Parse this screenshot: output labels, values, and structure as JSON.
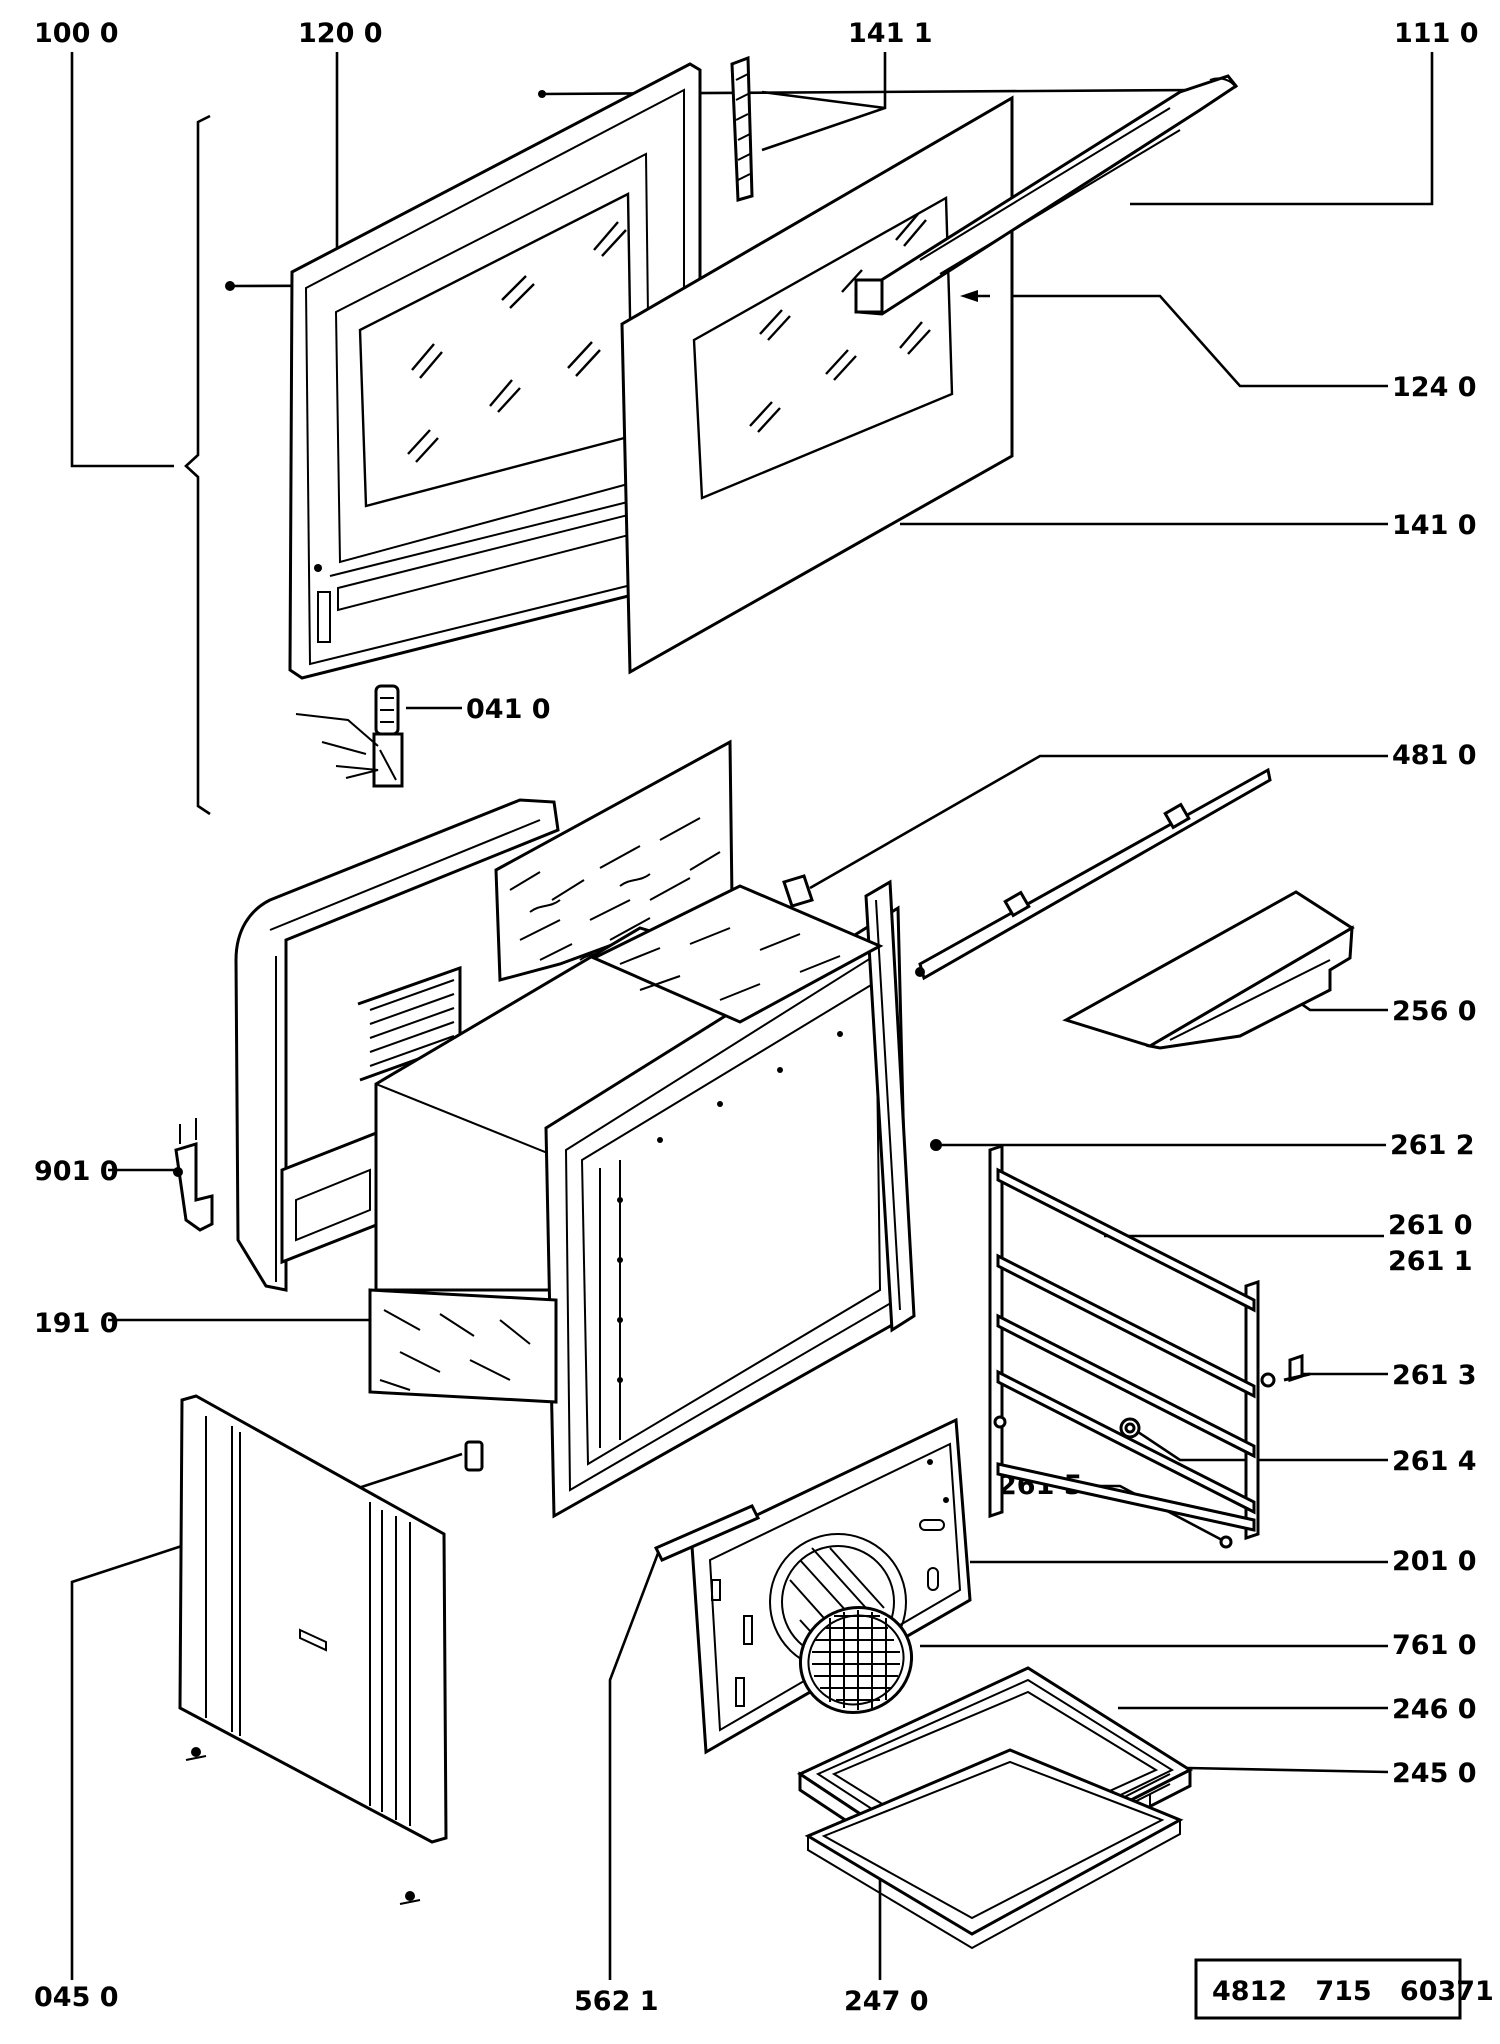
{
  "diagram": {
    "callouts": [
      {
        "id": "1000",
        "text": "100 0"
      },
      {
        "id": "1200",
        "text": "120  0"
      },
      {
        "id": "1411",
        "text": "141 1"
      },
      {
        "id": "1110",
        "text": "111 0"
      },
      {
        "id": "1240",
        "text": "124 0"
      },
      {
        "id": "1410",
        "text": "141 0"
      },
      {
        "id": "0410",
        "text": "041 0"
      },
      {
        "id": "4810",
        "text": "481 0"
      },
      {
        "id": "2560",
        "text": "256 0"
      },
      {
        "id": "2612",
        "text": "261 2"
      },
      {
        "id": "9010",
        "text": "901 0"
      },
      {
        "id": "2610",
        "text": "261 0"
      },
      {
        "id": "2611",
        "text": "261 1"
      },
      {
        "id": "1910",
        "text": "191 0"
      },
      {
        "id": "2613",
        "text": "261 3"
      },
      {
        "id": "2614",
        "text": "261 4"
      },
      {
        "id": "2615",
        "text": "261  5"
      },
      {
        "id": "2010",
        "text": "201 0"
      },
      {
        "id": "7610",
        "text": "761 0"
      },
      {
        "id": "2460",
        "text": "246 0"
      },
      {
        "id": "2450",
        "text": "245 0"
      },
      {
        "id": "0450",
        "text": "045  0"
      },
      {
        "id": "5621",
        "text": "562 1"
      },
      {
        "id": "2470",
        "text": "247  0"
      }
    ],
    "drawing_code": "4812   715   60371"
  }
}
